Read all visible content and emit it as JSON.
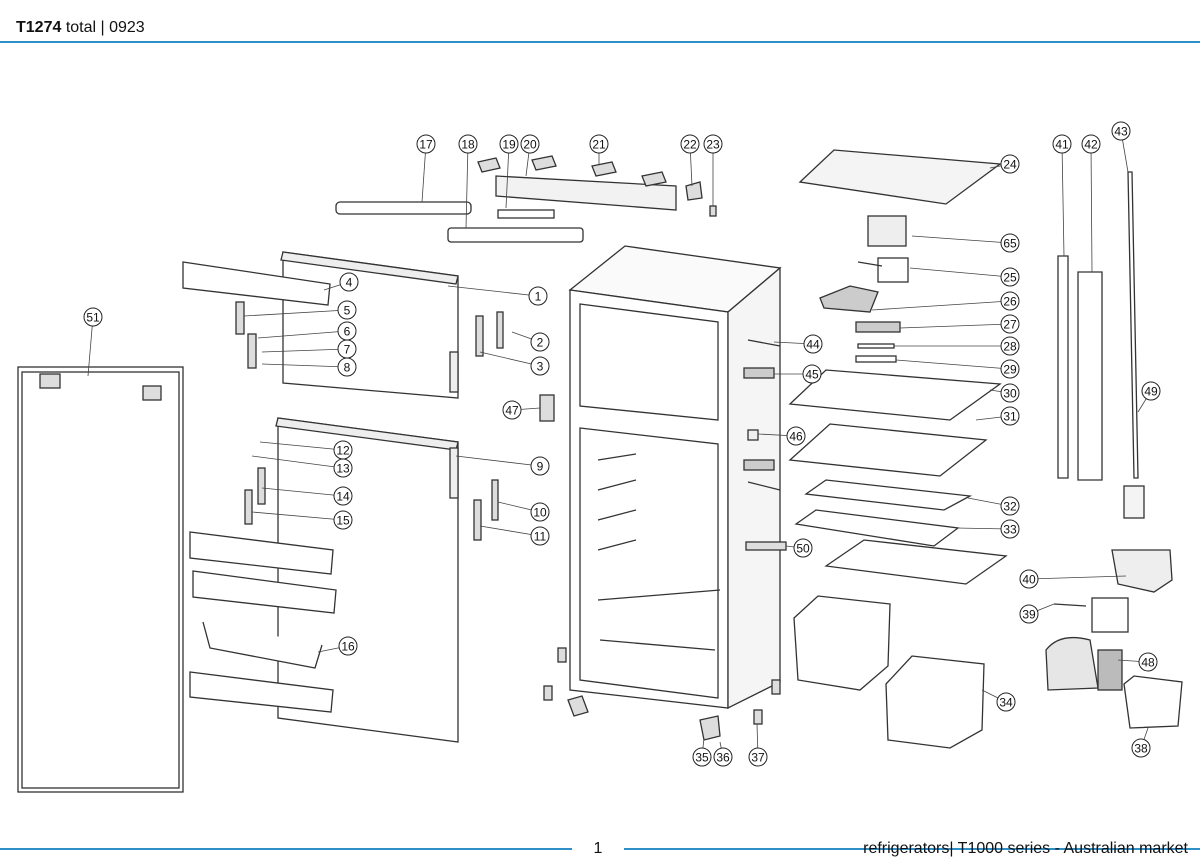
{
  "header": {
    "model": "T1274",
    "title_rest": " total | 0923",
    "rule_color": "#2f8fc7"
  },
  "diagram": {
    "callouts": [
      "1",
      "2",
      "3",
      "4",
      "5",
      "6",
      "7",
      "8",
      "9",
      "10",
      "11",
      "12",
      "13",
      "14",
      "15",
      "16",
      "17",
      "18",
      "19",
      "20",
      "21",
      "22",
      "23",
      "24",
      "25",
      "26",
      "27",
      "28",
      "29",
      "30",
      "31",
      "32",
      "33",
      "34",
      "35",
      "36",
      "37",
      "38",
      "39",
      "40",
      "41",
      "42",
      "43",
      "44",
      "45",
      "46",
      "47",
      "48",
      "49",
      "50",
      "51",
      "65"
    ]
  },
  "footer": {
    "page_number": "1",
    "market": "refrigerators| T1000 series - Australian market"
  }
}
